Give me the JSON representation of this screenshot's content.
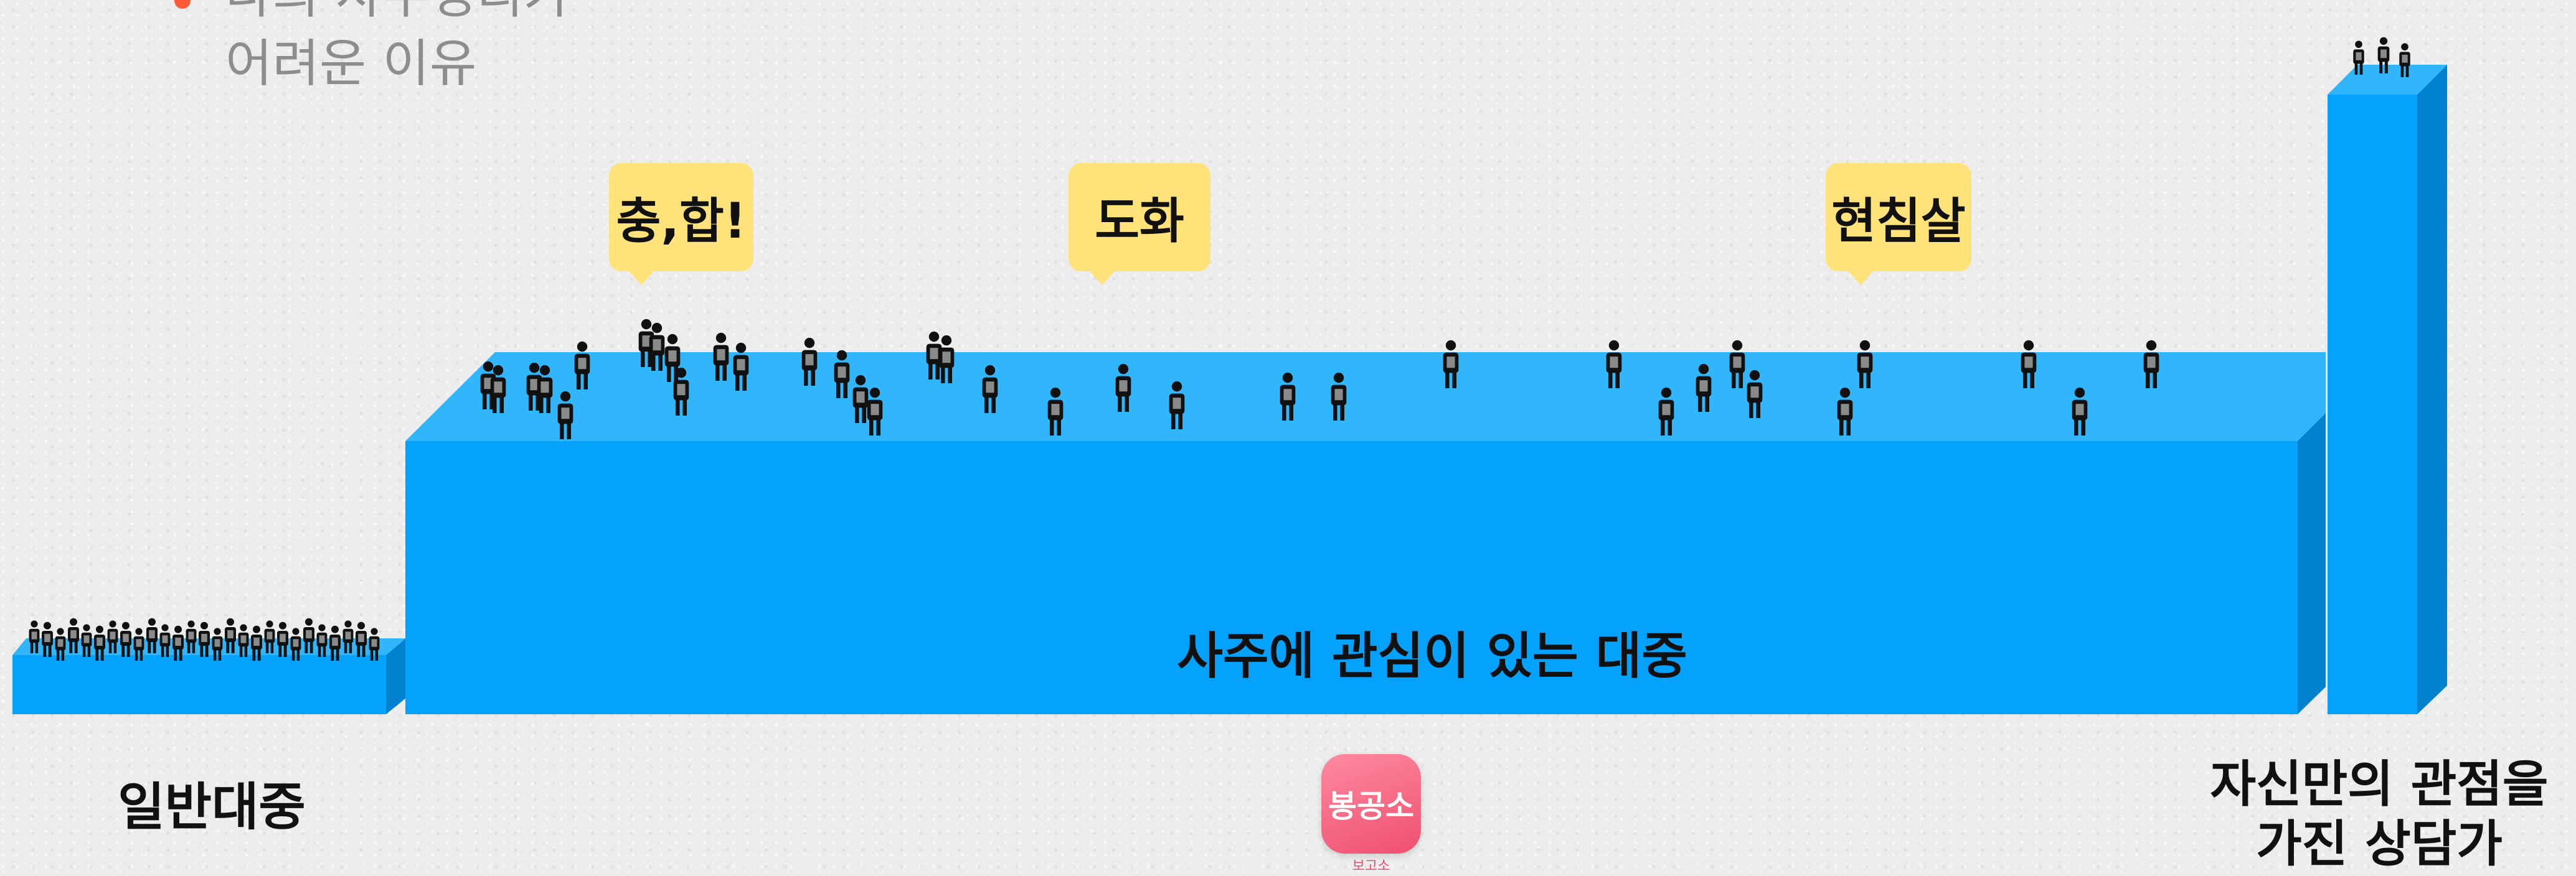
{
  "title": {
    "line1": "나의 사주명리가",
    "line2": "어려운 이유"
  },
  "bubbles": [
    {
      "text": "충,합!"
    },
    {
      "text": "도화"
    },
    {
      "text": "현침살"
    }
  ],
  "platform_label": "사주에 관심이 있는 대중",
  "general_public_label": "일반대중",
  "counselor_label": {
    "line1": "자신만의 관점을",
    "line2": "가진 상담가"
  },
  "logo": {
    "text": "봉공소",
    "caption": "보고소"
  },
  "colors": {
    "platform_front": "#04a2fd",
    "platform_top": "#32b6fb",
    "platform_side": "#0281d0",
    "bubble": "#ffe27a",
    "bullet": "#ff5a36",
    "logo": "#ee4f6f"
  }
}
